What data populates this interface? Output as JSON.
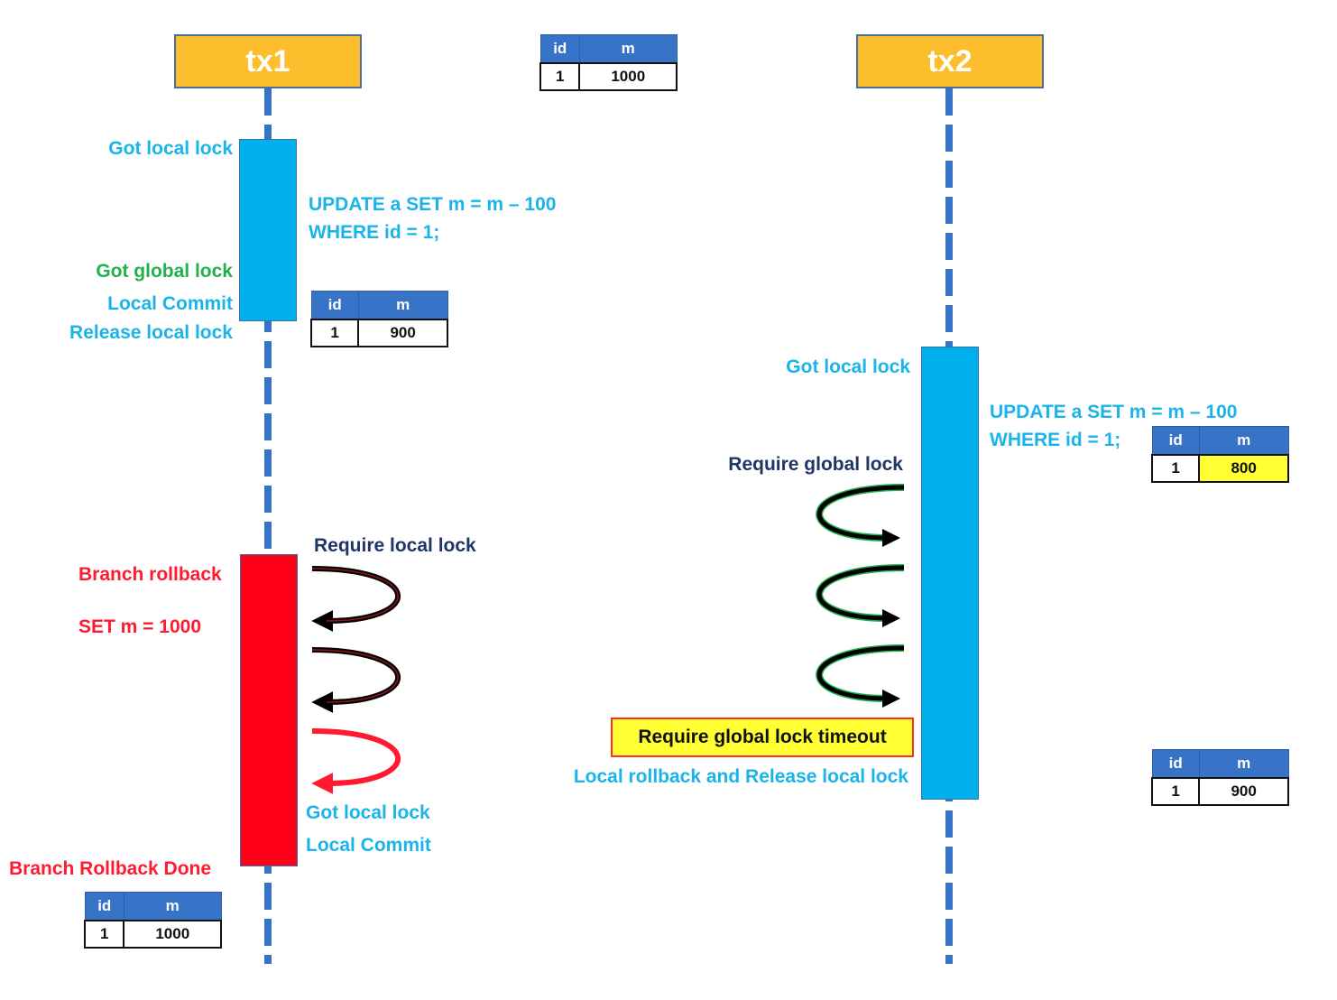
{
  "transactions": [
    {
      "name": "tx1",
      "color": "#FDBE2D"
    },
    {
      "name": "tx2",
      "color": "#FDBE2D"
    }
  ],
  "colors": {
    "lifeline": "#3773C7",
    "active_bar": "#00B0EC",
    "rollback_bar": "#FF0018",
    "label_cyan": "#1AB3EA",
    "label_green": "#22B04C",
    "label_navy": "#1F3567",
    "label_red": "#FF1A30",
    "highlight": "#FFFF33"
  },
  "tables": {
    "initial": {
      "headers": [
        "id",
        "m"
      ],
      "rows": [
        [
          "1",
          "1000"
        ]
      ]
    },
    "tx1_commit": {
      "headers": [
        "id",
        "m"
      ],
      "rows": [
        [
          "1",
          "900"
        ]
      ]
    },
    "tx2_update": {
      "headers": [
        "id",
        "m"
      ],
      "rows": [
        [
          "1",
          "800"
        ]
      ],
      "highlight_column": "m"
    },
    "tx2_rollback": {
      "headers": [
        "id",
        "m"
      ],
      "rows": [
        [
          "1",
          "900"
        ]
      ]
    },
    "tx1_rollback_done": {
      "headers": [
        "id",
        "m"
      ],
      "rows": [
        [
          "1",
          "1000"
        ]
      ]
    }
  },
  "tx1": {
    "labels": {
      "got_local_lock": "Got local lock",
      "got_global_lock": "Got global lock",
      "local_commit": "Local Commit",
      "release_local_lock": "Release local lock",
      "branch_rollback": "Branch rollback",
      "set_m": "SET m = 1000",
      "require_local_lock": "Require local lock",
      "got_local_lock_2": "Got local lock",
      "local_commit_2": "Local Commit",
      "branch_rollback_done": "Branch Rollback Done"
    },
    "sql": [
      "UPDATE a SET m = m – 100",
      "WHERE id = 1;"
    ]
  },
  "tx2": {
    "labels": {
      "got_local_lock": "Got local lock",
      "require_global_lock": "Require global lock",
      "timeout": "Require global lock timeout",
      "local_rollback": "Local rollback and Release local lock"
    },
    "sql": [
      "UPDATE a SET m = m – 100",
      "WHERE id = 1;"
    ]
  },
  "retry_arrows": {
    "tx1_require_local_lock": 3,
    "tx2_require_global_lock": 3
  }
}
